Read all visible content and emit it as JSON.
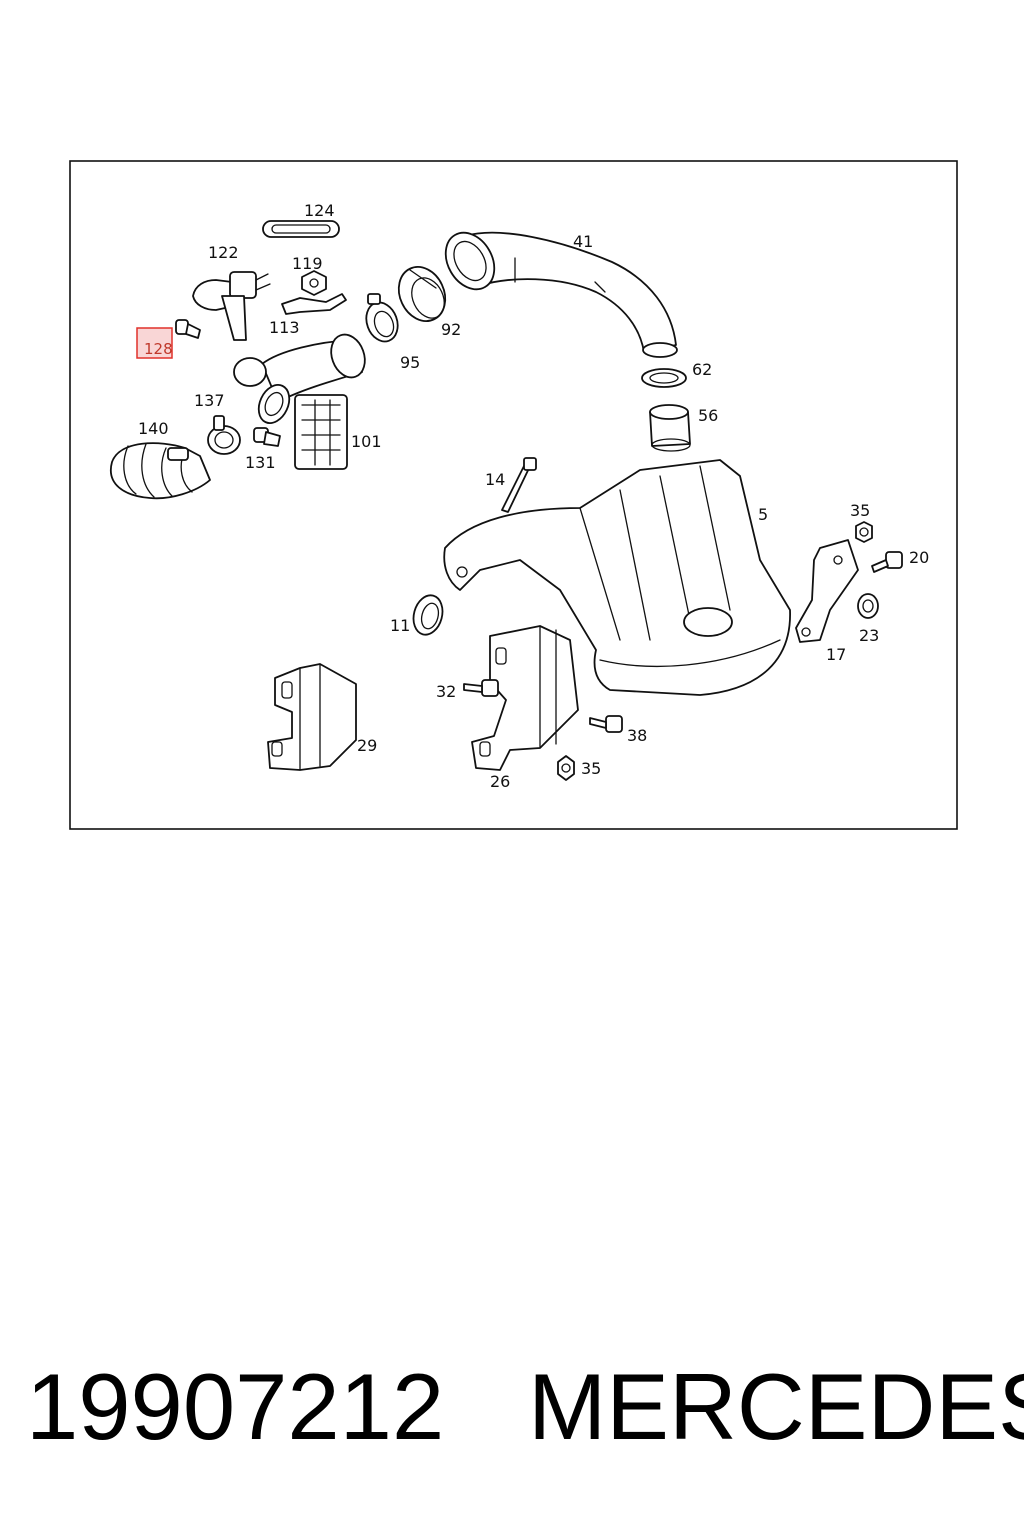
{
  "diagram": {
    "highlighted_callout": "128",
    "callouts": {
      "c124": "124",
      "c41": "41",
      "c122": "122",
      "c119": "119",
      "c113": "113",
      "c92": "92",
      "c128": "128",
      "c95": "95",
      "c62": "62",
      "c137": "137",
      "c56": "56",
      "c140": "140",
      "c101": "101",
      "c131": "131",
      "c14": "14",
      "c5": "5",
      "c35a": "35",
      "c20": "20",
      "c11": "11",
      "c23": "23",
      "c17": "17",
      "c32": "32",
      "c38": "38",
      "c29": "29",
      "c35b": "35",
      "c26": "26"
    },
    "colors": {
      "highlight_border": "#e0302a",
      "highlight_fill": "#f4b6b6",
      "line": "#111111"
    }
  },
  "footer": {
    "part_number": "19907212",
    "brand": "MERCEDES"
  }
}
